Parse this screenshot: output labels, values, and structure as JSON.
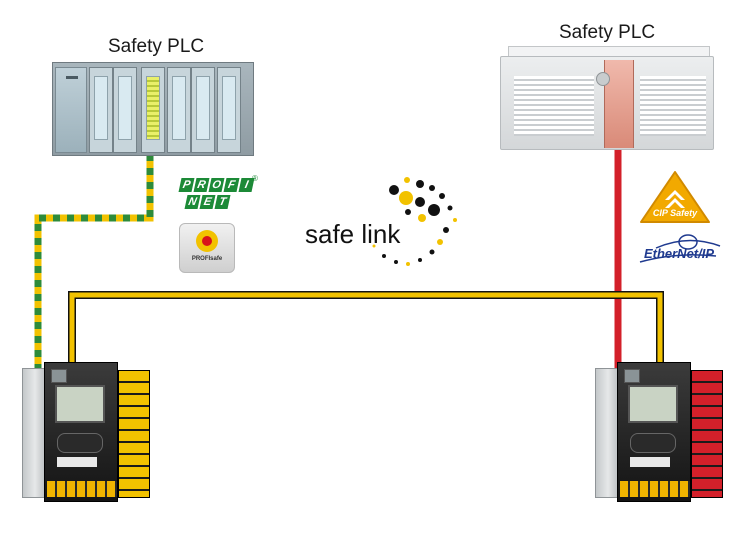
{
  "diagram": {
    "plc_left": {
      "title": "Safety PLC"
    },
    "plc_right": {
      "title": "Safety PLC"
    },
    "logos": {
      "profinet_letters_top": [
        "P",
        "R",
        "O",
        "F",
        "I"
      ],
      "profinet_letters_bottom": [
        "N",
        "E",
        "T"
      ],
      "profinet_mark": "®",
      "profisafe_text": "PROFIsafe",
      "safe_link": "safe link",
      "cip_safety": "CIP Safety",
      "ethernet_ip": "EtherNet/IP"
    },
    "colors": {
      "profinet_green": "#1c8a37",
      "profinet_cable_green": "#2e8b3a",
      "profinet_cable_yellow": "#f2c200",
      "safe_link_cable": "#f2c200",
      "ethernet_ip_cable": "#d3202a",
      "cip_safety_orange": "#f2a900",
      "ethernet_ip_blue": "#1f3a8f"
    }
  }
}
